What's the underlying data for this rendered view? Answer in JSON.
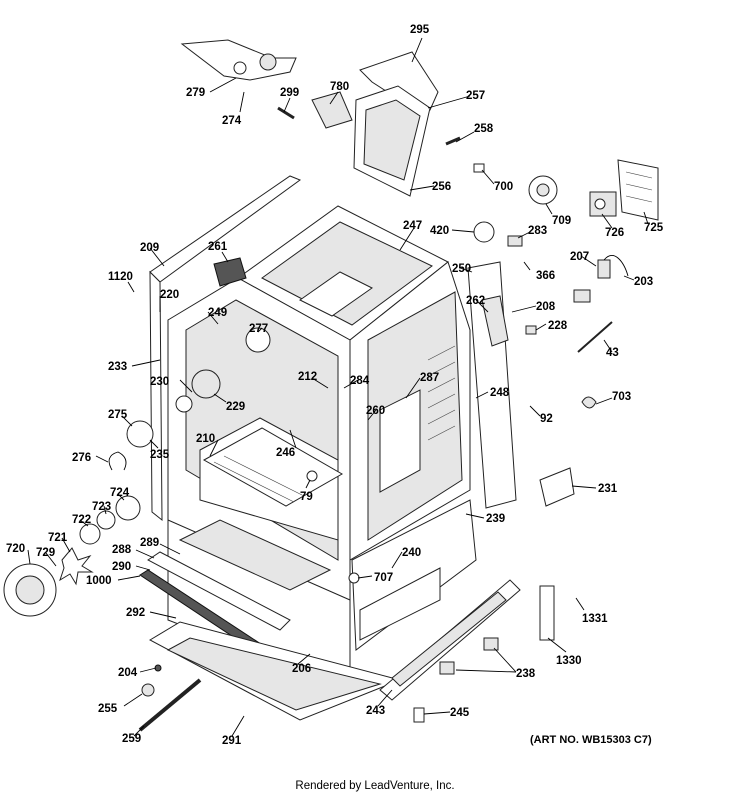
{
  "art_number": "(ART NO. WB15303 C7)",
  "footer": "Rendered by LeadVenture, Inc.",
  "callouts": [
    {
      "id": "c295",
      "label": "295"
    },
    {
      "id": "c279",
      "label": "279"
    },
    {
      "id": "c299",
      "label": "299"
    },
    {
      "id": "c780",
      "label": "780"
    },
    {
      "id": "c257",
      "label": "257"
    },
    {
      "id": "c274",
      "label": "274"
    },
    {
      "id": "c258",
      "label": "258"
    },
    {
      "id": "c700",
      "label": "700"
    },
    {
      "id": "c256",
      "label": "256"
    },
    {
      "id": "c709",
      "label": "709"
    },
    {
      "id": "c726",
      "label": "726"
    },
    {
      "id": "c725",
      "label": "725"
    },
    {
      "id": "c247",
      "label": "247"
    },
    {
      "id": "c420",
      "label": "420"
    },
    {
      "id": "c283",
      "label": "283"
    },
    {
      "id": "c209",
      "label": "209"
    },
    {
      "id": "c261",
      "label": "261"
    },
    {
      "id": "c207",
      "label": "207"
    },
    {
      "id": "c203",
      "label": "203"
    },
    {
      "id": "c366",
      "label": "366"
    },
    {
      "id": "c1120",
      "label": "1120"
    },
    {
      "id": "c250",
      "label": "250"
    },
    {
      "id": "c220",
      "label": "220"
    },
    {
      "id": "c262",
      "label": "262"
    },
    {
      "id": "c208",
      "label": "208"
    },
    {
      "id": "c249",
      "label": "249"
    },
    {
      "id": "c228",
      "label": "228"
    },
    {
      "id": "c277",
      "label": "277"
    },
    {
      "id": "c43",
      "label": "43"
    },
    {
      "id": "c233",
      "label": "233"
    },
    {
      "id": "c212",
      "label": "212"
    },
    {
      "id": "c284",
      "label": "284"
    },
    {
      "id": "c287",
      "label": "287"
    },
    {
      "id": "c230",
      "label": "230"
    },
    {
      "id": "c248",
      "label": "248"
    },
    {
      "id": "c703",
      "label": "703"
    },
    {
      "id": "c229",
      "label": "229"
    },
    {
      "id": "c260",
      "label": "260"
    },
    {
      "id": "c92",
      "label": "92"
    },
    {
      "id": "c275",
      "label": "275"
    },
    {
      "id": "c210",
      "label": "210"
    },
    {
      "id": "c235",
      "label": "235"
    },
    {
      "id": "c246",
      "label": "246"
    },
    {
      "id": "c276",
      "label": "276"
    },
    {
      "id": "c231",
      "label": "231"
    },
    {
      "id": "c724",
      "label": "724"
    },
    {
      "id": "c79",
      "label": "79"
    },
    {
      "id": "c723",
      "label": "723"
    },
    {
      "id": "c722",
      "label": "722"
    },
    {
      "id": "c239",
      "label": "239"
    },
    {
      "id": "c721",
      "label": "721"
    },
    {
      "id": "c289",
      "label": "289"
    },
    {
      "id": "c720",
      "label": "720"
    },
    {
      "id": "c729",
      "label": "729"
    },
    {
      "id": "c288",
      "label": "288"
    },
    {
      "id": "c240",
      "label": "240"
    },
    {
      "id": "c290",
      "label": "290"
    },
    {
      "id": "c707",
      "label": "707"
    },
    {
      "id": "c1000",
      "label": "1000"
    },
    {
      "id": "c292",
      "label": "292"
    },
    {
      "id": "c1331",
      "label": "1331"
    },
    {
      "id": "c1330",
      "label": "1330"
    },
    {
      "id": "c206",
      "label": "206"
    },
    {
      "id": "c204",
      "label": "204"
    },
    {
      "id": "c238",
      "label": "238"
    },
    {
      "id": "c255",
      "label": "255"
    },
    {
      "id": "c243",
      "label": "243"
    },
    {
      "id": "c245",
      "label": "245"
    },
    {
      "id": "c259",
      "label": "259"
    },
    {
      "id": "c291",
      "label": "291"
    }
  ]
}
